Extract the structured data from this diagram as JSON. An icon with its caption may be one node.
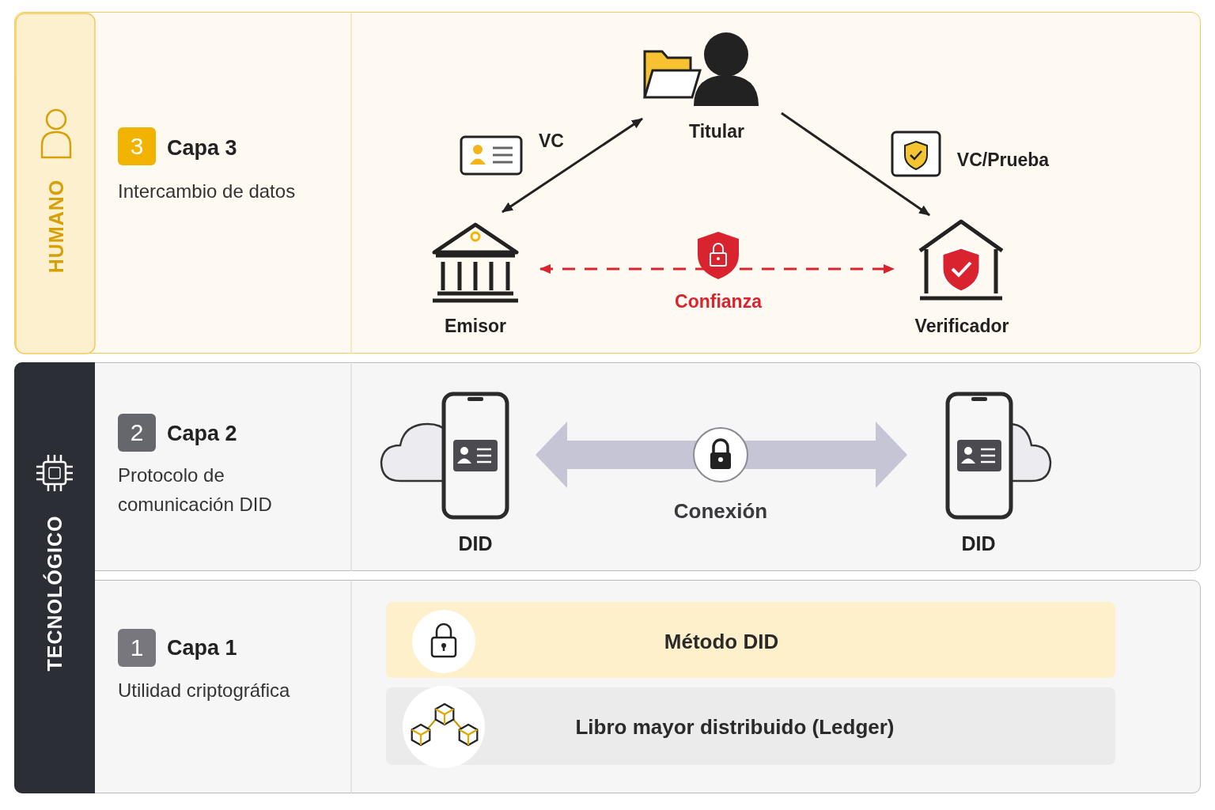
{
  "diagram": {
    "nodes": [
      {
        "text": [
          "HUMANO",
          "3",
          "Capa 3",
          "Intercambio de datos"
        ]
      },
      {
        "text": [
          "Titular"
        ],
        "in": 0
      },
      {
        "text": [
          "Emisor"
        ],
        "in": 0
      },
      {
        "text": [
          "Verificador"
        ],
        "in": 0
      },
      {
        "text": [
          "TECNOLÓGICO"
        ]
      },
      {
        "text": [
          "2",
          "Capa 2",
          "Protocolo de comunicación DID"
        ]
      },
      {
        "text": [
          "DID"
        ],
        "in": 5
      },
      {
        "text": [
          "DID"
        ],
        "in": 5
      },
      {
        "text": [
          "1",
          "Capa 1",
          "Utilidad criptográfica"
        ]
      },
      {
        "text": [
          "Método DID"
        ],
        "in": 8
      },
      {
        "text": [
          "Libro mayor distribuido (Ledger)"
        ],
        "in": 8
      }
    ],
    "edges": [
      {
        "from": 2,
        "to": 1,
        "arrow": "both",
        "label": "VC"
      },
      {
        "from": 1,
        "to": 3,
        "arrow": "to",
        "label": "VC/Prueba"
      },
      {
        "from": 2,
        "to": 3,
        "arrow": "both",
        "label": "Confianza",
        "style": "dashed",
        "color": "#d9232e"
      },
      {
        "from": 6,
        "to": 7,
        "arrow": "both",
        "label": "Conexión",
        "style": "thick",
        "color": "#c5c5d6"
      }
    ]
  }
}
